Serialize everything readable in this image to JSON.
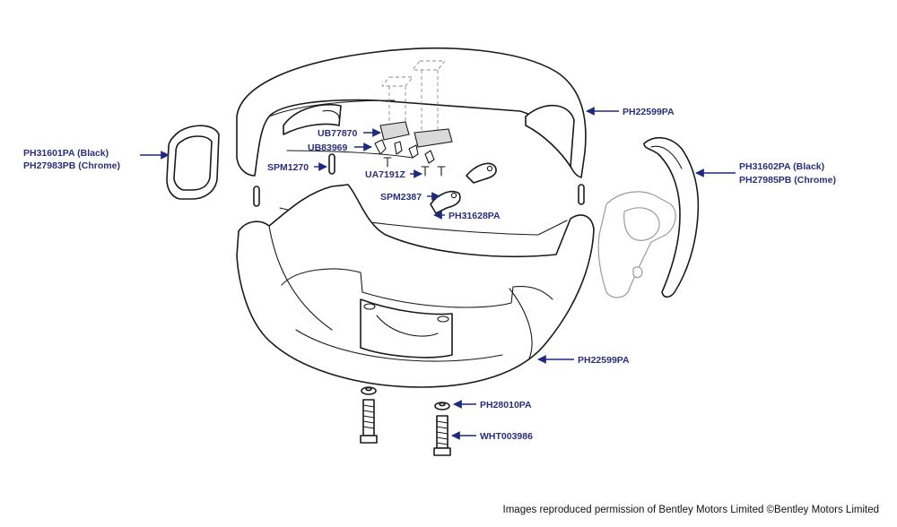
{
  "diagram": {
    "colors": {
      "label": "#2b2f7a",
      "leader": "#1f2a7a",
      "outline": "#1a1a1a"
    },
    "labels": {
      "ph31601pa": "PH31601PA (Black)",
      "ph27983pb": "PH27983PB (Chrome)",
      "ub77870": "UB77870",
      "ub83969": "UB83969",
      "spm1270": "SPM1270",
      "ua7191z": "UA7191Z",
      "spm2387": "SPM2387",
      "ph31628pa": "PH31628PA",
      "ph22599pa_upper": "PH22599PA",
      "ph31602pa": "PH31602PA (Black)",
      "ph27985pb": "PH27985PB (Chrome)",
      "ph22599pa_lower": "PH22599PA",
      "ph28010pa": "PH28010PA",
      "wht003986": "WHT003986"
    },
    "credit": "Images reproduced permission of Bentley Motors Limited ©Bentley Motors Limited"
  }
}
